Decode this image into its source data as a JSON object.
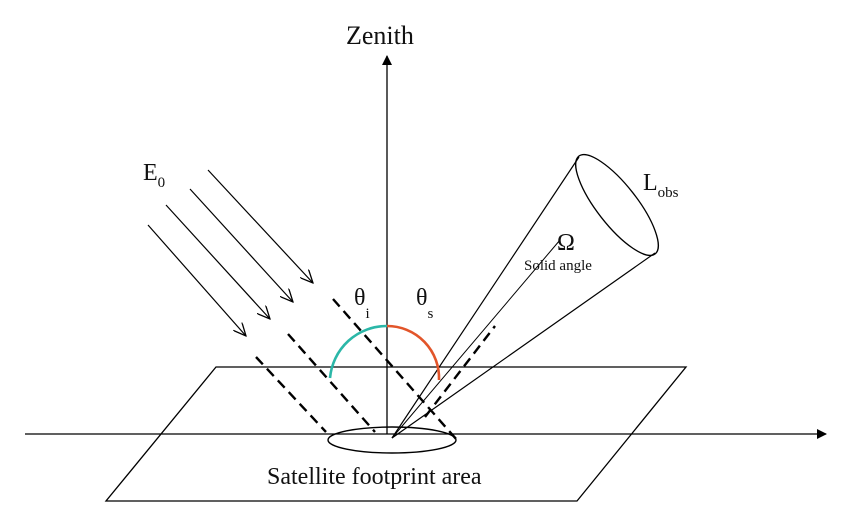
{
  "labels": {
    "zenith": "Zenith",
    "irradiance": "E",
    "irradiance_sub": "0",
    "radiance": "L",
    "radiance_sub": "obs",
    "omega": "Ω",
    "solid_angle": "Solid angle",
    "theta_i": "θ",
    "theta_i_sub": "i",
    "theta_s": "θ",
    "theta_s_sub": "s",
    "footprint": "Satellite footprint area"
  },
  "colors": {
    "line": "#000000",
    "incidence_arc": "#2bb7a8",
    "scatter_arc": "#e2552a"
  }
}
